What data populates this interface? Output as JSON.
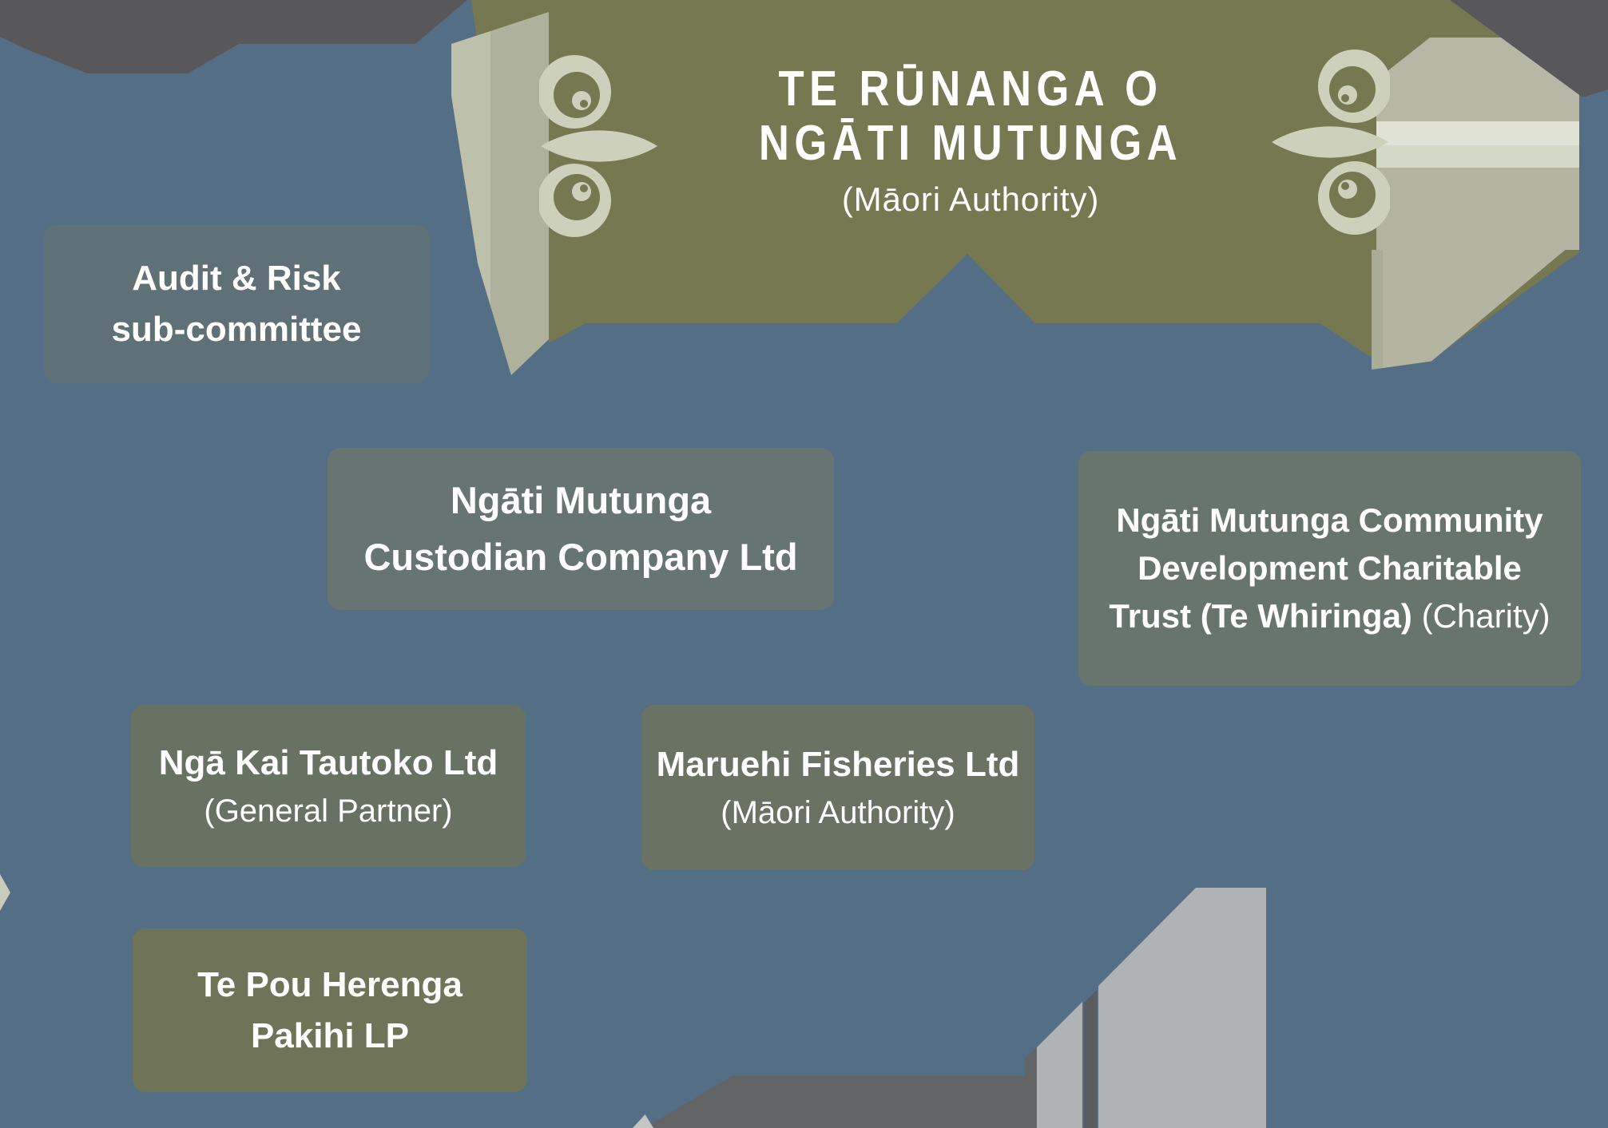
{
  "header": {
    "title_line1": "TE RŪNANGA O",
    "title_line2": "NGĀTI MUTUNGA",
    "qualifier": "(Māori Authority)"
  },
  "nodes": {
    "audit": {
      "line1": "Audit & Risk",
      "line2": "sub-committee"
    },
    "custodian": {
      "line1": "Ngāti Mutunga",
      "line2": "Custodian Company Ltd"
    },
    "community": {
      "line1": "Ngāti Mutunga Community",
      "line2": "Development Charitable",
      "line3_name": "Trust (Te Whiringa)",
      "line3_qualifier": "(Charity)"
    },
    "ngakai": {
      "name": "Ngā Kai Tautoko Ltd",
      "qualifier": "(General Partner)"
    },
    "maruehi": {
      "name": "Maruehi Fisheries Ltd",
      "qualifier": "(Māori Authority)"
    },
    "tepou": {
      "line1": "Te Pou Herenga",
      "line2": "Pakihi LP"
    }
  },
  "decorations": {
    "left_ornament": "koru-trefoil-icon",
    "right_ornament": "koru-trefoil-icon",
    "left_post": "carved-pou-post",
    "right_post": "carved-pou-block",
    "corner_fragments": "photo-fragments"
  },
  "colors": {
    "background": "#546e86",
    "banner": "#757850",
    "photo_dark": "#58585a",
    "carving_cream": "#cdd1bc",
    "pou_light": "#bdc0ab",
    "pou_shade": "#aeb19c",
    "block_band_light": "#e0e2d6",
    "building_light": "#b0b3b5",
    "building_dark": "#5a5c5e",
    "building_mid": "#636466",
    "text": "#ffffff",
    "node_audit": "#5f7077",
    "node_custodian": "#667572",
    "node_community": "#68756d",
    "node_ngakai": "#687263",
    "node_maruehi": "#697263",
    "node_tepou": "#6f7459"
  }
}
